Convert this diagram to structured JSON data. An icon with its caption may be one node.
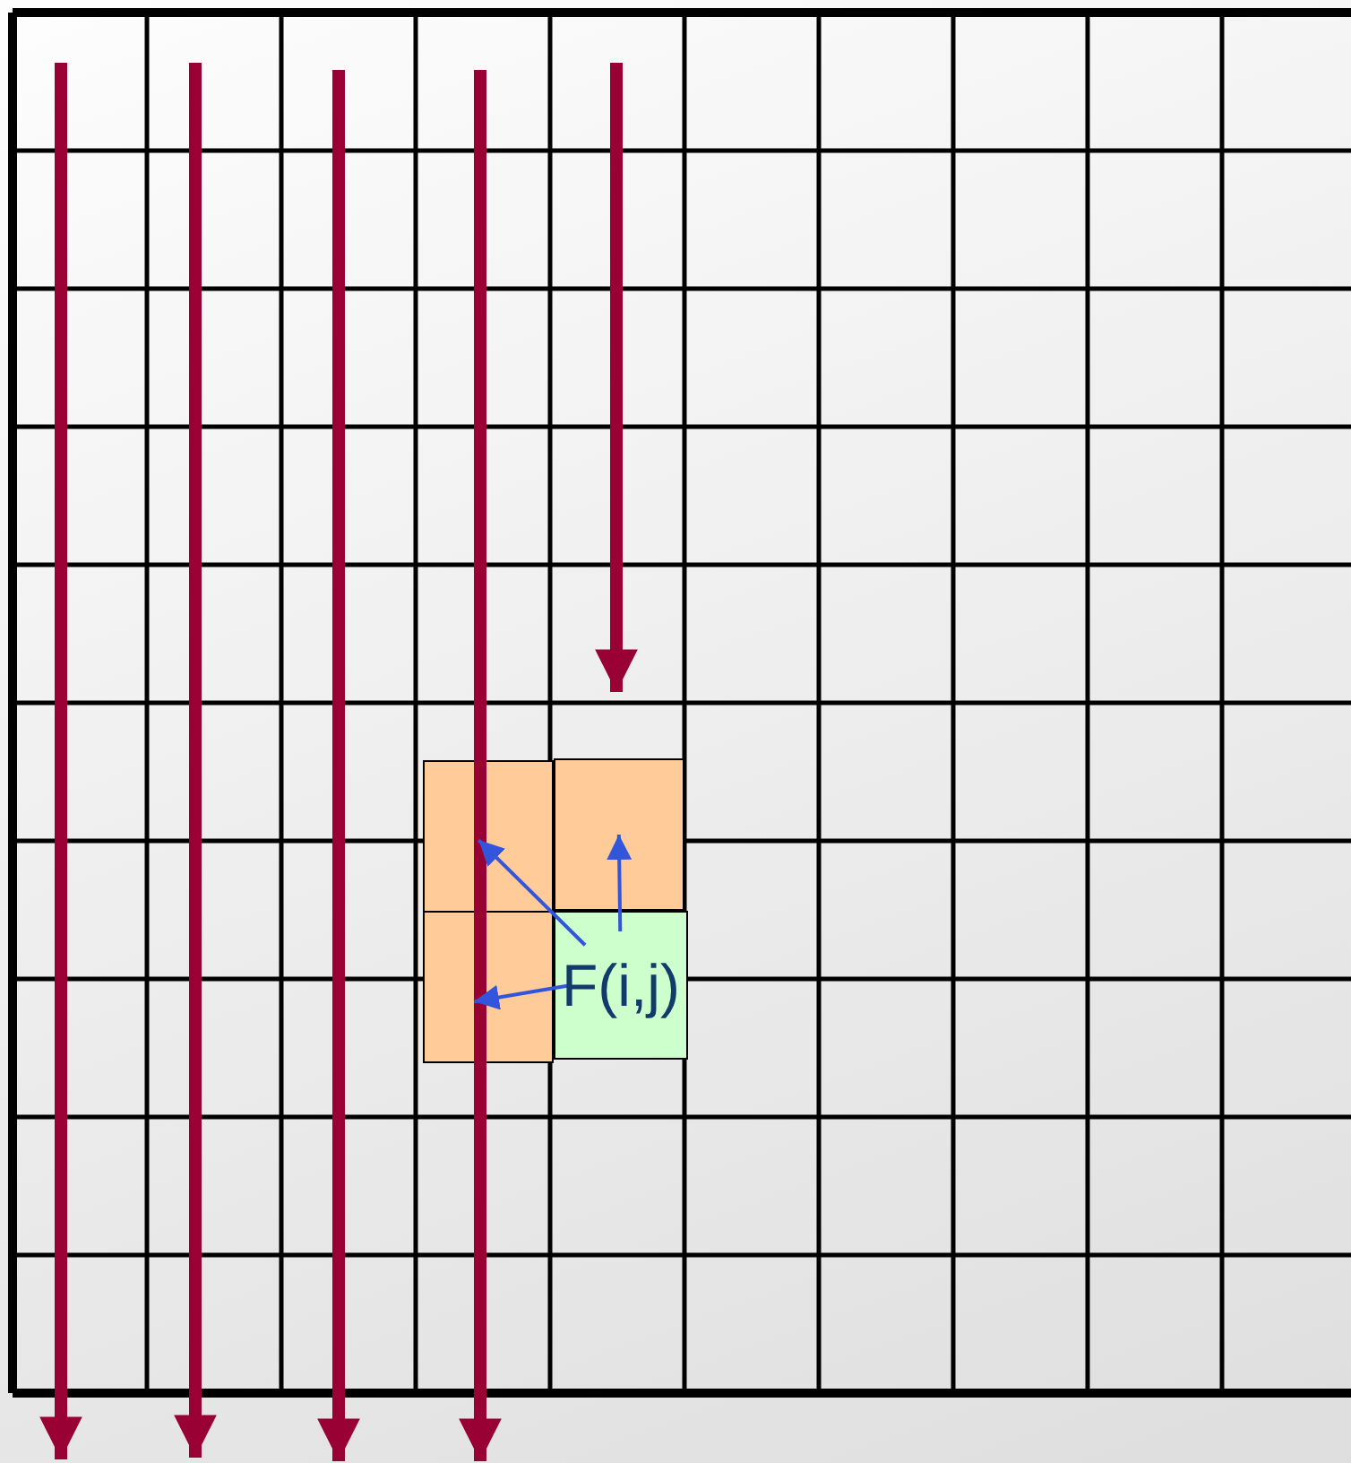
{
  "diagram": {
    "nodes": [
      {
        "text": [],
        "shape": "box"
      },
      {
        "text": [],
        "shape": "box"
      },
      {
        "text": [],
        "shape": "box"
      },
      {
        "text": [
          "F(i,j)"
        ]
      }
    ],
    "edges": [
      {
        "from": 3,
        "to": 1,
        "arrow": "to"
      },
      {
        "from": 3,
        "to": 0,
        "arrow": "to"
      },
      {
        "from": 3,
        "to": 2,
        "arrow": "to"
      }
    ]
  }
}
